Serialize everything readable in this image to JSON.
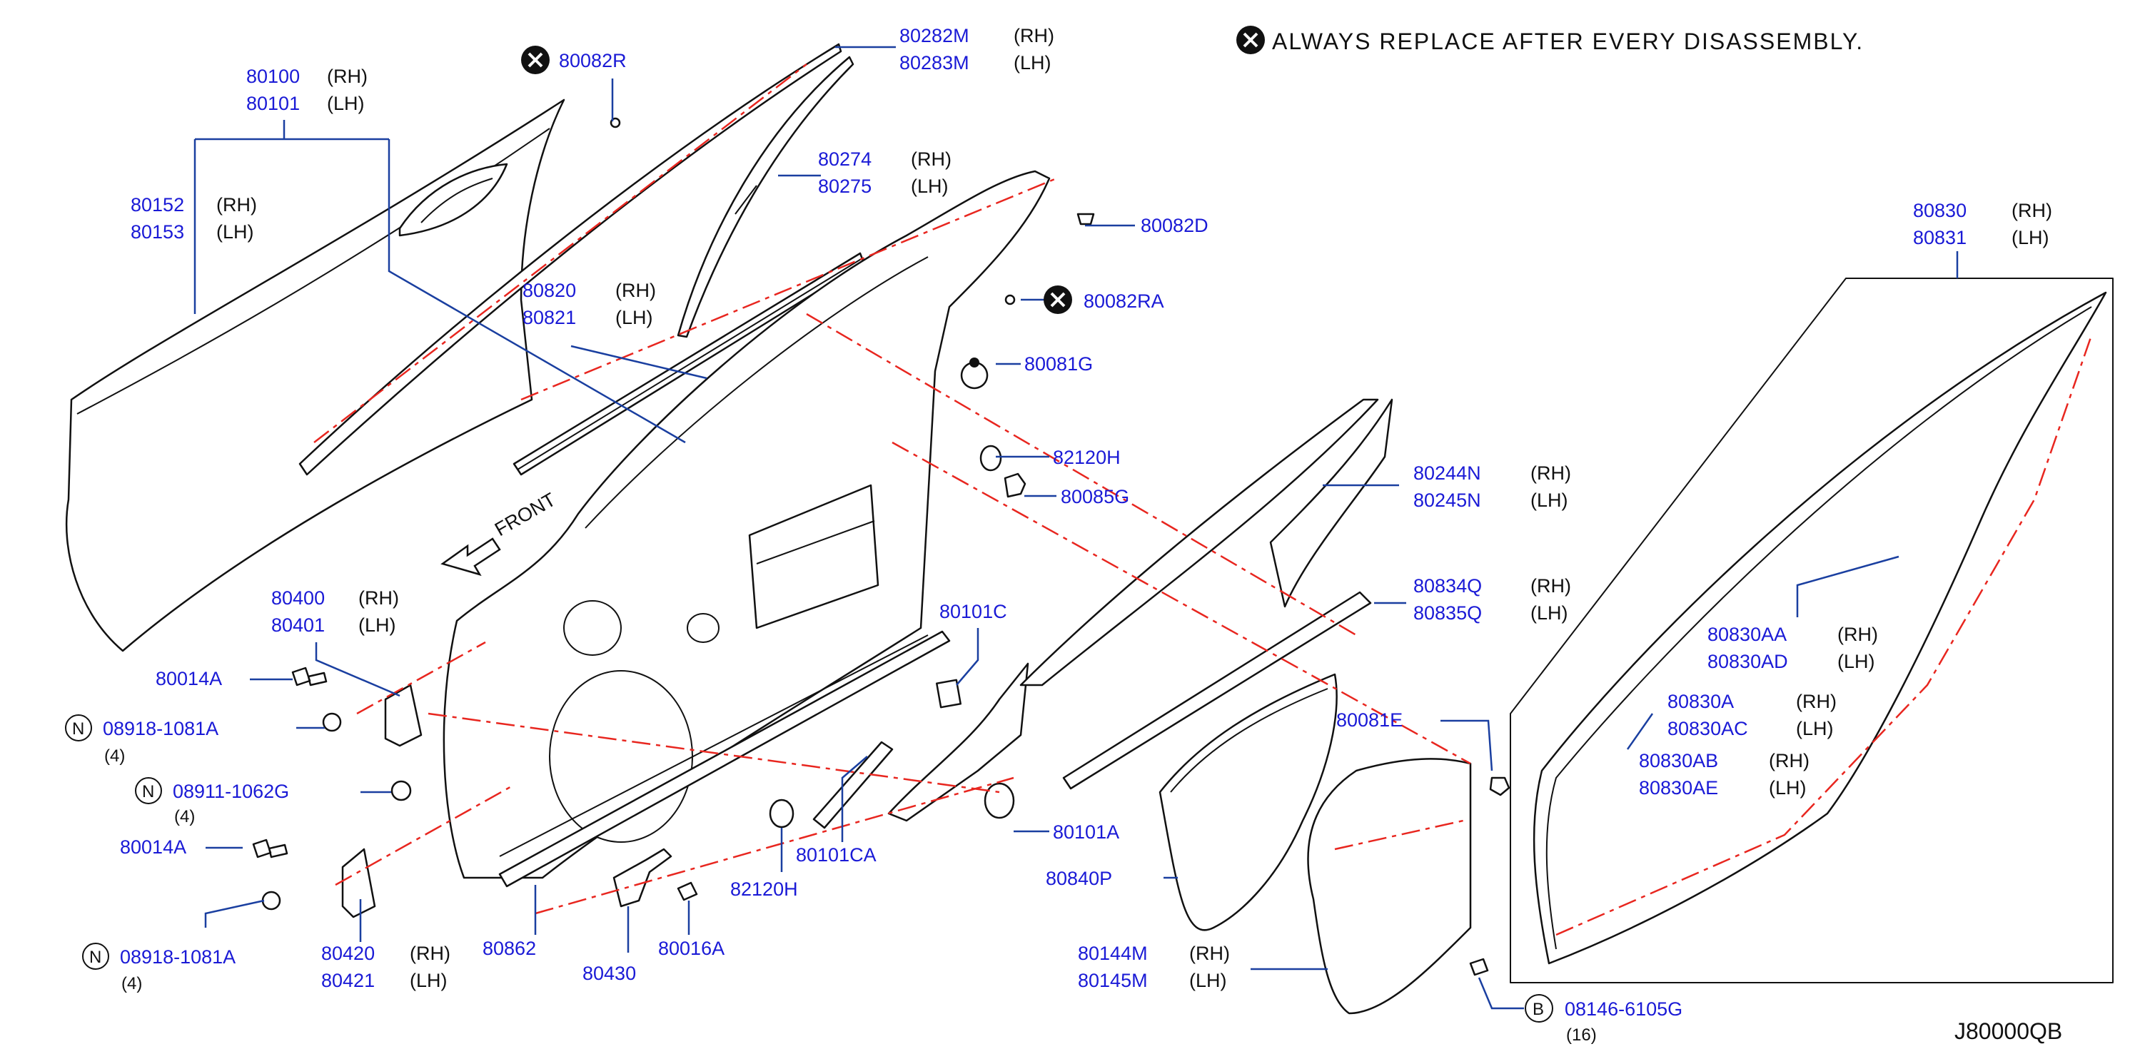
{
  "diagram": {
    "note": {
      "text": "ALWAYS REPLACE AFTER EVERY DISASSEMBLY.",
      "icon": "x-circle-icon"
    },
    "drawing_code": "J80000QB",
    "labels": {
      "l80100": {
        "pn": "80100",
        "side": "(RH)"
      },
      "l80101": {
        "pn": "80101",
        "side": "(LH)"
      },
      "l80152": {
        "pn": "80152",
        "side": "(RH)"
      },
      "l80153": {
        "pn": "80153",
        "side": "(LH)"
      },
      "l80082R": {
        "pn": "80082R"
      },
      "l80282M": {
        "pn": "80282M",
        "side": "(RH)"
      },
      "l80283M": {
        "pn": "80283M",
        "side": "(LH)"
      },
      "l80274": {
        "pn": "80274",
        "side": "(RH)"
      },
      "l80275": {
        "pn": "80275",
        "side": "(LH)"
      },
      "l80082D": {
        "pn": "80082D"
      },
      "l80082RA": {
        "pn": "80082RA"
      },
      "l80820": {
        "pn": "80820",
        "side": "(RH)"
      },
      "l80821": {
        "pn": "80821",
        "side": "(LH)"
      },
      "l80081G": {
        "pn": "80081G"
      },
      "l82120H_top": {
        "pn": "82120H"
      },
      "l80085G": {
        "pn": "80085G"
      },
      "front": {
        "text": "FRONT"
      },
      "l80400": {
        "pn": "80400",
        "side": "(RH)"
      },
      "l80401": {
        "pn": "80401",
        "side": "(LH)"
      },
      "l80014A_1": {
        "pn": "80014A"
      },
      "l08918_1": {
        "pn": "08918-1081A",
        "qty": "(4)",
        "prefix": "N"
      },
      "l08911": {
        "pn": "08911-1062G",
        "qty": "(4)",
        "prefix": "N"
      },
      "l80014A_2": {
        "pn": "80014A"
      },
      "l08918_2": {
        "pn": "08918-1081A",
        "qty": "(4)",
        "prefix": "N"
      },
      "l80420": {
        "pn": "80420",
        "side": "(RH)"
      },
      "l80421": {
        "pn": "80421",
        "side": "(LH)"
      },
      "l80862": {
        "pn": "80862"
      },
      "l80430": {
        "pn": "80430"
      },
      "l80016A": {
        "pn": "80016A"
      },
      "l82120H_bot": {
        "pn": "82120H"
      },
      "l80101CA": {
        "pn": "80101CA"
      },
      "l80101C": {
        "pn": "80101C"
      },
      "l80101A": {
        "pn": "80101A"
      },
      "l80244N": {
        "pn": "80244N",
        "side": "(RH)"
      },
      "l80245N": {
        "pn": "80245N",
        "side": "(LH)"
      },
      "l80834Q": {
        "pn": "80834Q",
        "side": "(RH)"
      },
      "l80835Q": {
        "pn": "80835Q",
        "side": "(LH)"
      },
      "l80081E": {
        "pn": "80081E"
      },
      "l80840P": {
        "pn": "80840P"
      },
      "l80144M": {
        "pn": "80144M",
        "side": "(RH)"
      },
      "l80145M": {
        "pn": "80145M",
        "side": "(LH)"
      },
      "l08146": {
        "pn": "08146-6105G",
        "qty": "(16)",
        "prefix": "B"
      },
      "l80830": {
        "pn": "80830",
        "side": "(RH)"
      },
      "l80831": {
        "pn": "80831",
        "side": "(LH)"
      },
      "l80830AA": {
        "pn": "80830AA",
        "side": "(RH)"
      },
      "l80830AD": {
        "pn": "80830AD",
        "side": "(LH)"
      },
      "l80830A": {
        "pn": "80830A",
        "side": "(RH)"
      },
      "l80830AC": {
        "pn": "80830AC",
        "side": "(LH)"
      },
      "l80830AB": {
        "pn": "80830AB",
        "side": "(RH)"
      },
      "l80830AE": {
        "pn": "80830AE",
        "side": "(LH)"
      }
    },
    "colors": {
      "part_number": "#1a1ad6",
      "leader": "#1a3fa0",
      "centerline": "#e8261f",
      "outline": "#111111"
    }
  }
}
